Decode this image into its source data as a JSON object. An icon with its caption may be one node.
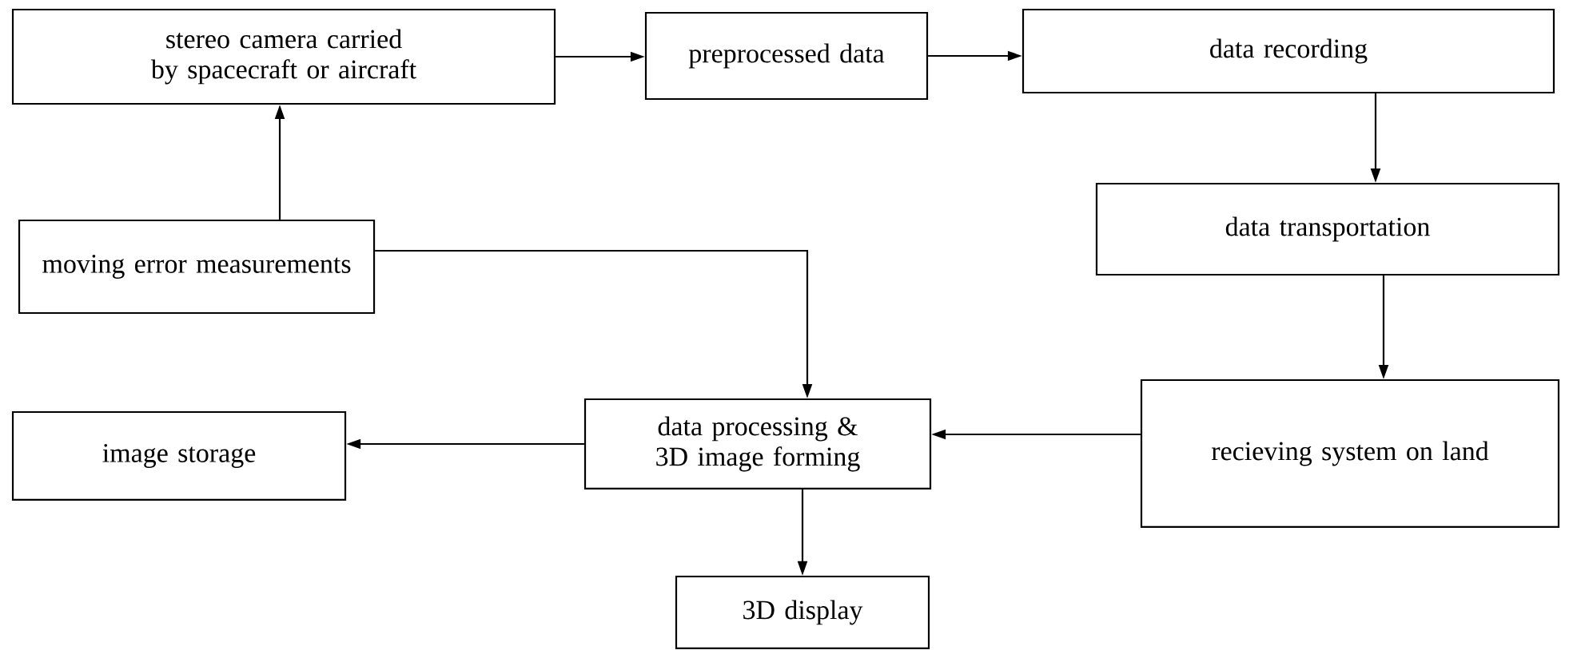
{
  "diagram": {
    "nodes": [
      {
        "text": [
          "stereo camera carried by spacecraft or aircraft"
        ]
      },
      {
        "text": [
          "preprocessed data"
        ]
      },
      {
        "text": [
          "data recording"
        ]
      },
      {
        "text": [
          "moving error measurements"
        ]
      },
      {
        "text": [
          "data transportation"
        ]
      },
      {
        "text": [
          "image storage"
        ]
      },
      {
        "text": [
          "data processing & 3D image forming"
        ]
      },
      {
        "text": [
          "recieving system on land"
        ]
      },
      {
        "text": [
          "3D display"
        ]
      }
    ],
    "edges": [
      {
        "from": 0,
        "to": 1,
        "arrow": "to"
      },
      {
        "from": 1,
        "to": 2,
        "arrow": "to"
      },
      {
        "from": 3,
        "to": 0,
        "arrow": "to"
      },
      {
        "from": 2,
        "to": 4,
        "arrow": "to"
      },
      {
        "from": 3,
        "to": 6,
        "arrow": "to"
      },
      {
        "from": 4,
        "to": 7,
        "arrow": "to"
      },
      {
        "from": 7,
        "to": 6,
        "arrow": "to"
      },
      {
        "from": 6,
        "to": 5,
        "arrow": "to"
      },
      {
        "from": 6,
        "to": 8,
        "arrow": "to"
      }
    ]
  }
}
